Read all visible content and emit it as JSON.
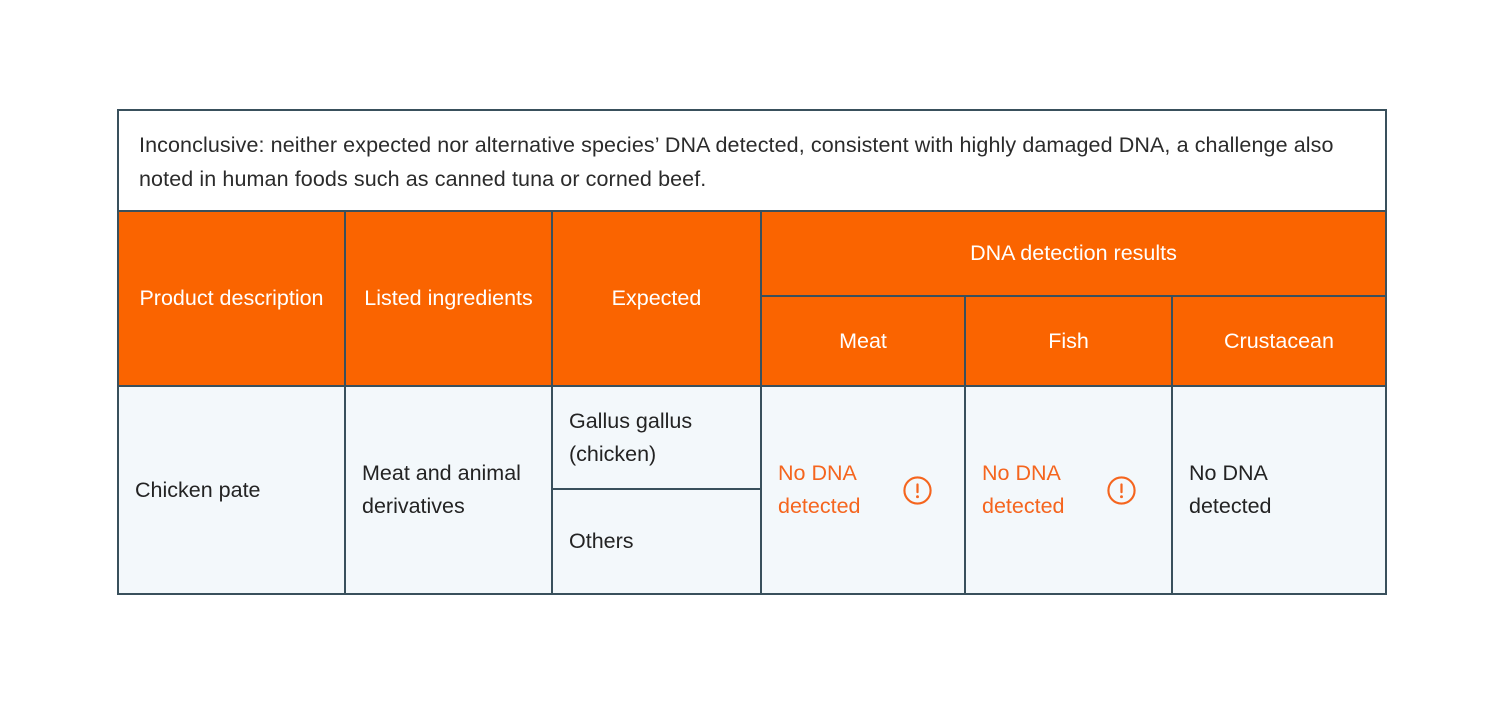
{
  "caption": {
    "text": "Inconclusive: neither expected nor alternative species’ DNA detected, consistent with highly damaged DNA, a challenge also noted in human foods such as canned tuna or corned beef."
  },
  "table": {
    "headers": {
      "product_description": "Product description",
      "listed_ingredients": "Listed ingredients",
      "expected": "Expected",
      "dna_detection_results": "DNA detection results",
      "meat": "Meat",
      "fish": "Fish",
      "crustacean": "Crustacean"
    },
    "row": {
      "product_description": "Chicken pate",
      "listed_ingredients": "Meat and animal derivatives",
      "expected_primary": "Gallus gallus (chicken)",
      "expected_secondary": "Others",
      "meat_result": "No DNA detected",
      "fish_result": "No DNA detected",
      "crustacean_result": "No DNA detected"
    },
    "icons": {
      "meat_alert": "alert-circle-icon",
      "fish_alert": "alert-circle-icon"
    }
  },
  "colors": {
    "header_orange": "#fa6400",
    "alert_orange": "#f5651e",
    "border_slate": "#39505c",
    "body_background": "#f3f8fb",
    "text_dark": "#232323"
  }
}
